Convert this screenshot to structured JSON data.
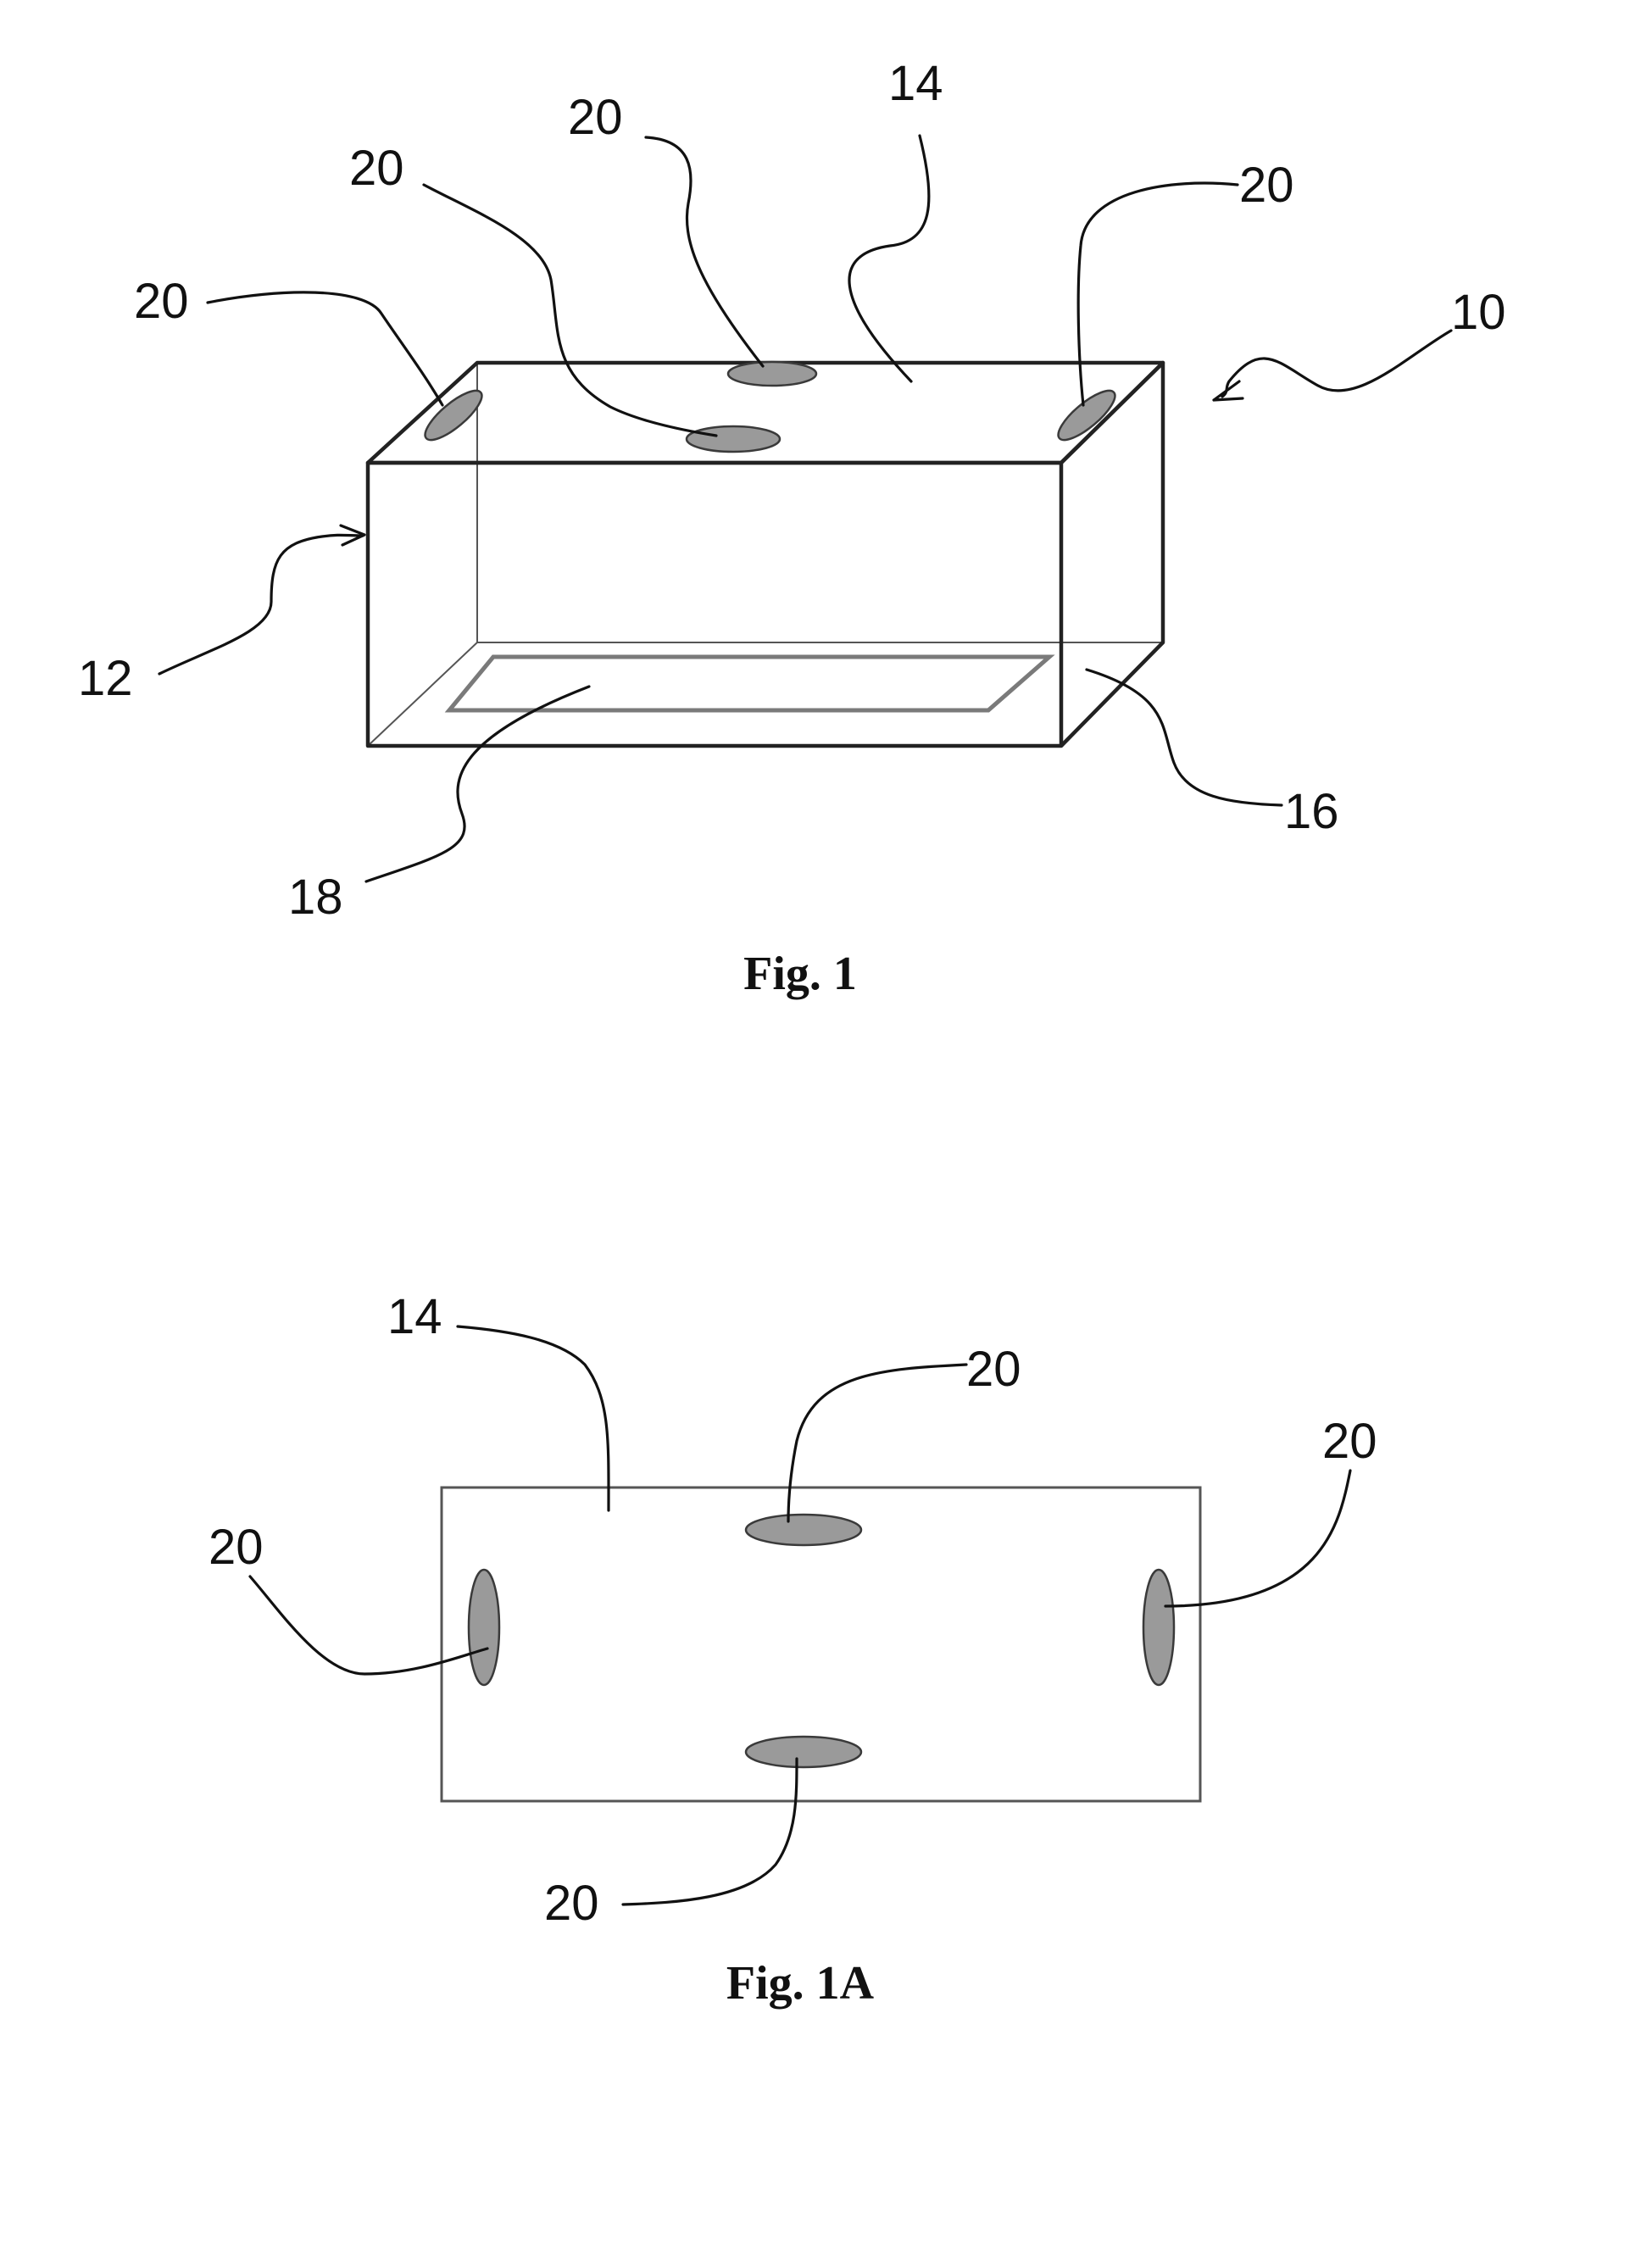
{
  "figures": [
    {
      "id": "fig1",
      "caption": "Fig. 1",
      "labels": {
        "device": "10",
        "side_wall": "12",
        "top_wall": "14",
        "bottom_wall": "16",
        "bottom_plate": "18",
        "port_left": "20",
        "port_mid_front": "20",
        "port_mid_back": "20",
        "port_right": "20"
      }
    },
    {
      "id": "fig1a",
      "caption": "Fig. 1A",
      "labels": {
        "top_wall": "14",
        "port_top": "20",
        "port_right": "20",
        "port_left": "20",
        "port_bottom": "20"
      }
    }
  ],
  "colors": {
    "line": "#111111",
    "port_fill": "#9a9a9a",
    "background": "#ffffff"
  }
}
